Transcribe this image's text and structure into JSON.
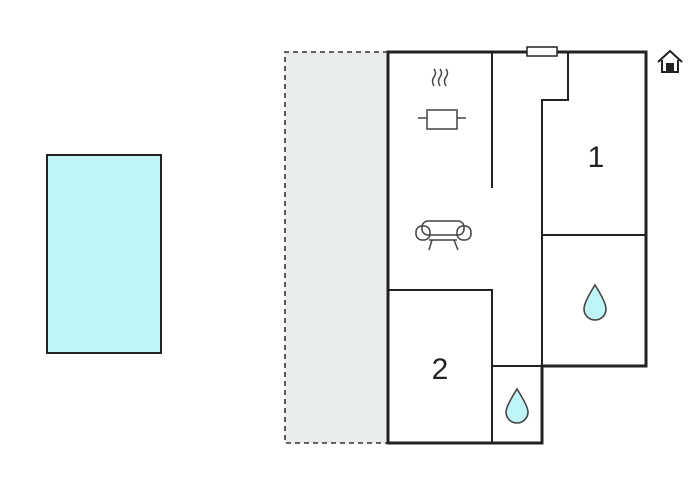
{
  "colors": {
    "background": "#ffffff",
    "wall": "#222222",
    "pool": "#bff5f7",
    "terrace": "#e9ecec",
    "water": "#bff5f7",
    "icon_stroke": "#444444"
  },
  "elements": {
    "pool": {
      "kind": "swimming-pool"
    },
    "terrace": {
      "kind": "terrace",
      "border": "dashed"
    },
    "entrance": {
      "icon": "house-entrance-icon"
    },
    "kitchen": {
      "icon": "cooking-pot-icon"
    },
    "living": {
      "icon": "sofa-icon"
    },
    "bathrooms": {
      "icon": "water-drop-icon"
    }
  },
  "rooms": {
    "bedroom_1": {
      "label": "1"
    },
    "bedroom_2": {
      "label": "2"
    }
  }
}
